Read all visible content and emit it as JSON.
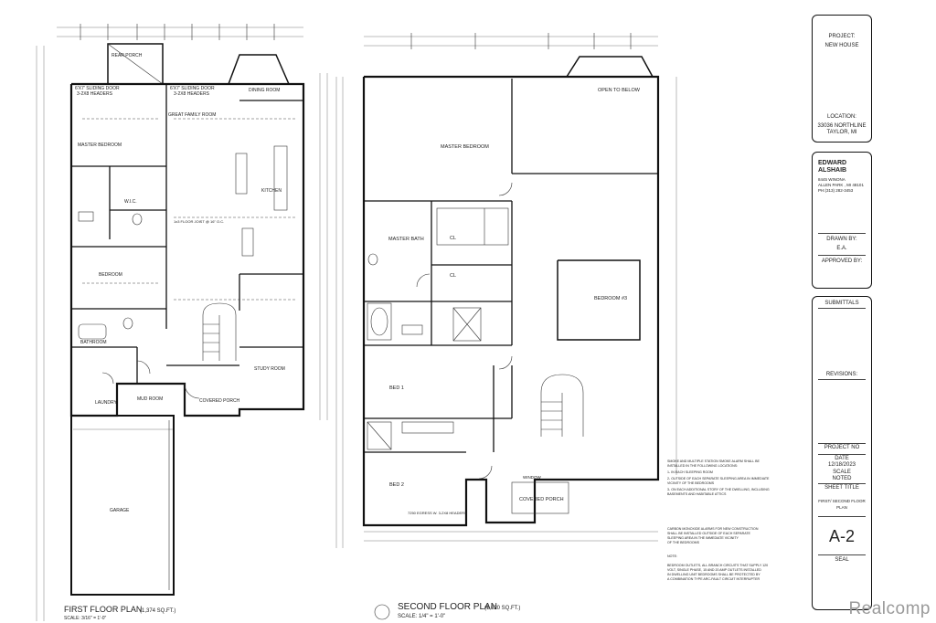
{
  "first_floor": {
    "title": "FIRST FLOOR PLAN",
    "area": "(1,374 SQ.FT.)",
    "scale": "SCALE: 3/16\" = 1'-0\"",
    "rooms": {
      "rear_porch": "REAR PORCH",
      "great_family_room": "GREAT FAMILY ROOM",
      "dining_room": "DINING ROOM",
      "kitchen": "KITCHEN",
      "master_bedroom": "MASTER BEDROOM",
      "wic": "W.I.C.",
      "bedroom": "BEDROOM",
      "bathroom": "BATHROOM",
      "laundry": "LAUNDRY",
      "mud_room": "MUD ROOM",
      "covered_porch": "COVERED PORCH",
      "study_room": "STUDY ROOM",
      "garage": "GARAGE"
    },
    "notes": {
      "slider1": "6'X7' SLIDING DOOR",
      "slider2": "6'X7' SLIDING DOOR",
      "headers": "3-2X8 HEADERS",
      "ceiling": "1x3 FLOOR JOIST @ 16\" O.C."
    }
  },
  "second_floor": {
    "title": "SECOND FLOOR PLAN",
    "area": "(1,620 SQ.FT.)",
    "scale": "SCALE: 1/4\" = 1'-0\"",
    "rooms": {
      "master_bedroom": "MASTER BEDROOM",
      "open_to_below": "OPEN TO BELOW",
      "master_bath": "MASTER BATH",
      "cl1": "CL",
      "cl2": "CL",
      "bedroom3": "BEDROOM #3",
      "bed1": "BED 1",
      "bed2": "BED 2",
      "window": "WINDOW",
      "covered_porch": "COVERED PORCH"
    },
    "headers": "7250 EGRESS W. 3-2X8 HEADERS"
  },
  "notes_block": [
    "SMOKE AND MULTIPLE STATION SMOKE ALARM SHALL BE",
    "INSTALLED IN THE FOLLOWING LOCATIONS:",
    "1- IN EACH SLEEPING ROOM",
    "2- OUTSIDE OF EACH SEPARATE SLEEPING AREA IN IMMEDIATE",
    "VICINITY OF THE BEDROOMS",
    "3- ON EACH ADDITIONAL STORY OF THE DWELLING, INCLUDING",
    "BASEMENTS AND HABITABLE ATTICS",
    "CARBON MONOXIDE ALARMS FOR NEW CONSTRUCTION",
    "SHALL BE INSTALLED OUTSIDE OF EACH SEPARATE",
    "SLEEPING AREA IN THE IMMEDIATE VICINITY",
    "OF THE BEDROOMS",
    "NOTE:",
    "BEDROOM OUTLETS, ALL BRANCH CIRCUITS THAT SUPPLY 120",
    "VOLT, SINGLE PHASE, 15 AND 20 AMP OUTLETS INSTALLED",
    "IN DWELLING UNIT BEDROOMS SHALL BE PROTECTED BY",
    "A COMBINATION TYPE ARC-FAULT CIRCUIT INTERRUPTER"
  ],
  "title_block": {
    "project_label": "PROJECT:",
    "project_name": "NEW HOUSE",
    "location_label": "LOCATION:",
    "location_line1": "33036 NORTHLINE",
    "location_line2": "TAYLOR, MI",
    "designer_name1": "EDWARD",
    "designer_name2": "ALSHAIB",
    "designer_addr1": "8445 WINONA",
    "designer_addr2": "ALLEN PARK , MI 48101",
    "designer_phone": "PH:(313) 282-3453",
    "drawn_by_label": "DRAWN BY:",
    "drawn_by": "E.A.",
    "approved_by_label": "APPROVED BY:",
    "submittals_label": "SUBMITTALS",
    "revisions_label": "REVISIONS:",
    "project_no_label": "PROJECT NO",
    "date_label": "DATE",
    "date": "12/18/2023",
    "scale_label": "SCALE",
    "scale_value": "NOTED",
    "sheet_title_label": "SHEET TITLE",
    "sheet_title": "FIRST/ SECOND FLOOR PLAN",
    "sheet_number": "A-2",
    "seal_label": "SEAL"
  },
  "watermark": "Realcomp",
  "colors": {
    "line": "#111111",
    "watermark": "#9a9a9a"
  }
}
